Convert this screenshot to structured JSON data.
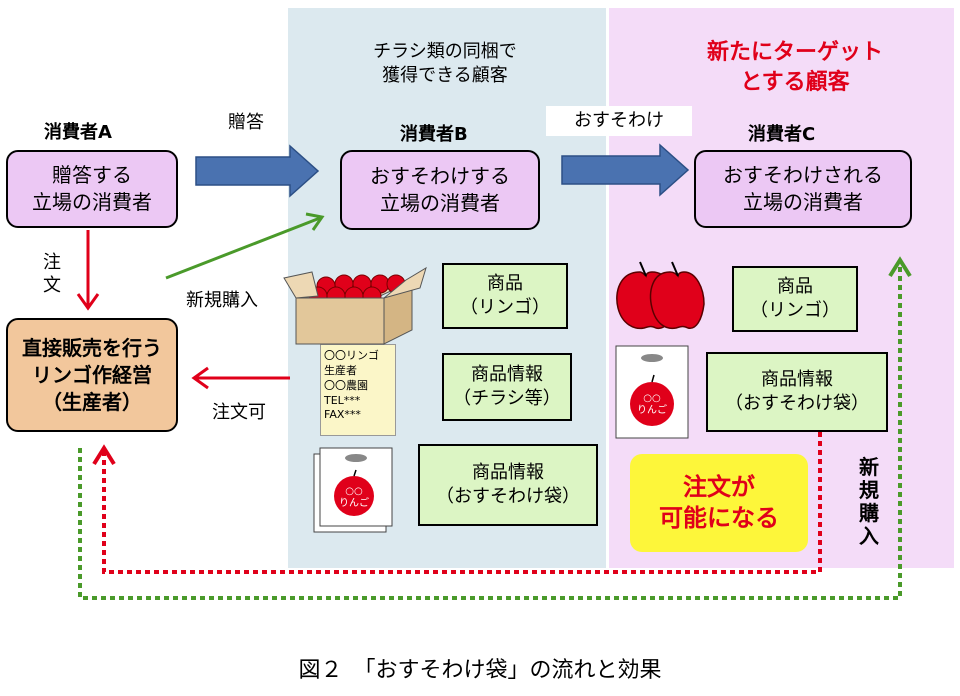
{
  "regions": {
    "b_heading": [
      "チラシ類の同梱で",
      "獲得できる顧客"
    ],
    "c_heading": [
      "新たにターゲット",
      "とする顧客"
    ]
  },
  "consumer_a": {
    "title": "消費者A",
    "box": [
      "贈答する",
      "立場の消費者"
    ]
  },
  "consumer_b": {
    "title": "消費者B",
    "box": [
      "おすそわけする",
      "立場の消費者"
    ]
  },
  "consumer_c": {
    "title": "消費者C",
    "box": [
      "おすそわけされる",
      "立場の消費者"
    ]
  },
  "producer": {
    "box": [
      "直接販売を行う",
      "リンゴ作経営",
      "（生産者）"
    ]
  },
  "arrow_labels": {
    "gift": "贈答",
    "osusowake": "おすそわけ",
    "order_a": [
      "注",
      "文"
    ],
    "new_purchase": "新規購入",
    "order_possible": "注文可",
    "new_purchase_c": [
      "新",
      "規",
      "購",
      "入"
    ]
  },
  "b_items": {
    "product": [
      "商品",
      "（リンゴ）"
    ],
    "info_flyer": [
      "商品情報",
      "（チラシ等）"
    ],
    "info_bag": [
      "商品情報",
      "（おすそわけ袋）"
    ]
  },
  "c_items": {
    "product": [
      "商品",
      "（リンゴ）"
    ],
    "info_bag": [
      "商品情報",
      "（おすそわけ袋）"
    ]
  },
  "flyer": {
    "lines": [
      "〇〇リンゴ",
      "生産者",
      "〇〇農園",
      "TEL***",
      "FAX***"
    ]
  },
  "bag_label": [
    "○○",
    "りんご"
  ],
  "order_possible_box": [
    "注文が",
    "可能になる"
  ],
  "caption": "図２　「おすそわけ袋」の流れと効果",
  "colors": {
    "region_b": "#dce9ef",
    "region_c": "#f4dcf8",
    "consumer_box": "#ecc8f4",
    "producer_box": "#f2c79c",
    "item_box": "#dcf5c4",
    "blue_arrow": "#4a72b0",
    "red": "#e0001a",
    "green": "#4a9a2a",
    "highlight": "#fdf63a"
  }
}
